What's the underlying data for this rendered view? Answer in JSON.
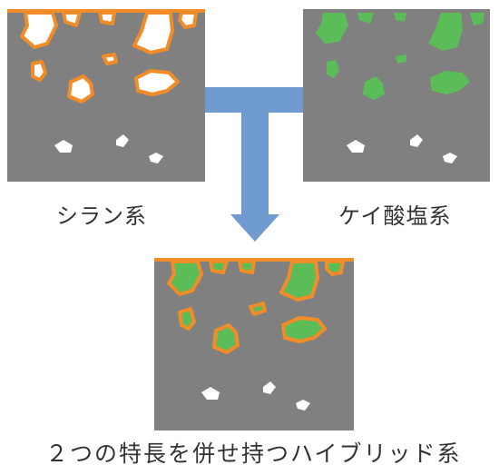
{
  "colors": {
    "concrete": "#808080",
    "silane": "#f28c28",
    "silicate": "#5bbd57",
    "arrow": "#6f9bd1",
    "void": "#ffffff"
  },
  "labels": {
    "silane": "シラン系",
    "silicate": "ケイ酸塩系",
    "hybrid": "２つの特長を併せ持つハイブリッド系"
  }
}
